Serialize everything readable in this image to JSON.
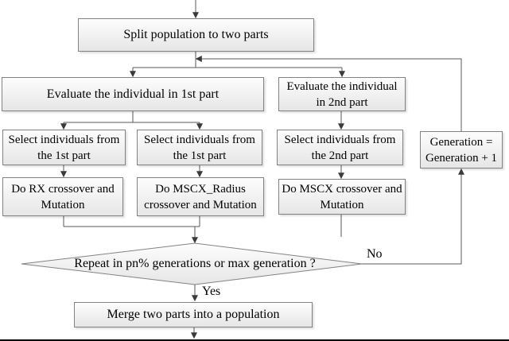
{
  "colors": {
    "line": "#595959",
    "arrow": "#3a3a3a",
    "box_border": "#828282",
    "box_fill_top": "#fdfdfd",
    "box_fill_bottom": "#e6e6e6",
    "text": "#000000",
    "bottom_bar": "#000000"
  },
  "nodes": {
    "split": {
      "lines": [
        "Split population to two parts"
      ]
    },
    "evaluate_1st": {
      "lines": [
        "Evaluate the individual in 1st part"
      ]
    },
    "evaluate_2nd": {
      "lines": [
        "Evaluate the individual",
        "in 2nd part"
      ]
    },
    "select_1st_a": {
      "lines": [
        "Select individuals from",
        "the 1st part"
      ]
    },
    "select_1st_b": {
      "lines": [
        "Select individuals from",
        "the 1st part"
      ]
    },
    "select_2nd": {
      "lines": [
        "Select individuals from",
        "the 2nd part"
      ]
    },
    "generation": {
      "lines": [
        "Generation =",
        "Generation + 1"
      ]
    },
    "do_rx": {
      "lines": [
        "Do RX crossover and",
        "Mutation"
      ]
    },
    "do_mscx_radius": {
      "lines": [
        "Do MSCX_Radius",
        "crossover and Mutation"
      ]
    },
    "do_mscx": {
      "lines": [
        "Do MSCX crossover and",
        "Mutation"
      ]
    },
    "decision": {
      "lines": [
        "Repeat in pn% generations or max generation ?"
      ]
    },
    "merge": {
      "lines": [
        "Merge two parts into a population"
      ]
    }
  },
  "edge_labels": {
    "yes": "Yes",
    "no": "No"
  }
}
